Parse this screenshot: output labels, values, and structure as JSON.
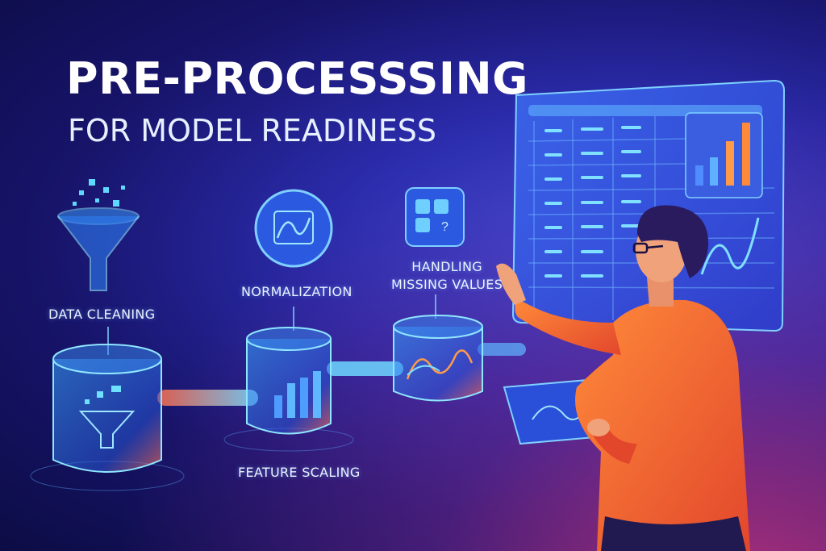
{
  "title": "PRE-PROCESSSING",
  "subtitle": "FOR MODEL READINESS",
  "steps": {
    "data_cleaning": "DATA CLEANING",
    "normalization": "NORMALIZATION",
    "handling_missing_values_line1": "HANDLING",
    "handling_missing_values_line2": "MISSING VALUES",
    "feature_scaling": "FEATURE SCALING"
  },
  "missing_icon_symbol": "?",
  "colors": {
    "cyan": "#4fd6ff",
    "orange": "#ff7a2f",
    "navy": "#0c0c45",
    "panel": "#2f5ee8"
  }
}
